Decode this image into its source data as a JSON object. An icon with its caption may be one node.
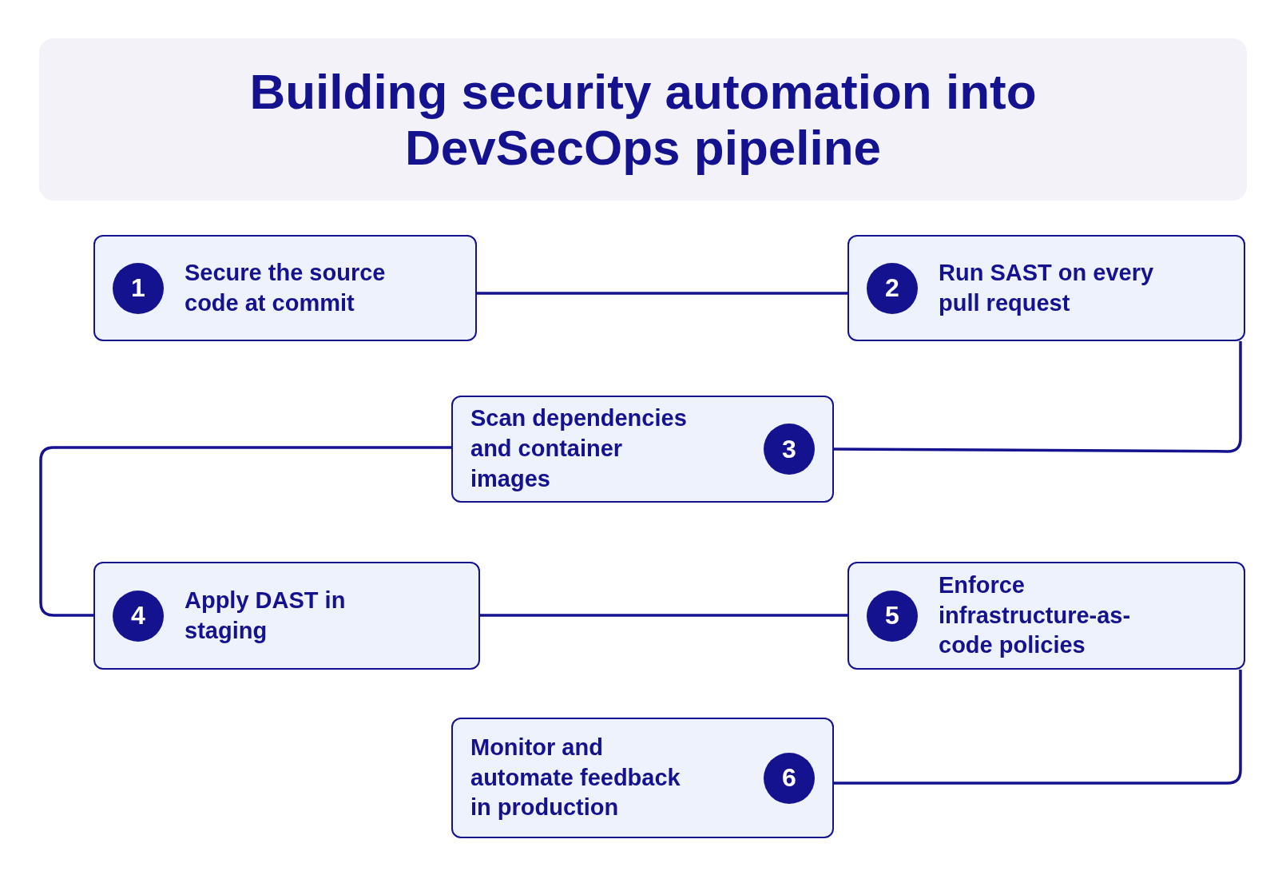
{
  "diagram": {
    "title": "Building security automation into DevSecOps pipeline",
    "nodes": [
      {
        "text": [
          "1",
          "Secure the source code at commit"
        ]
      },
      {
        "text": [
          "2",
          "Run SAST on every pull request"
        ]
      },
      {
        "text": [
          "Scan dependencies and container images",
          "3"
        ]
      },
      {
        "text": [
          "4",
          "Apply DAST in staging"
        ]
      },
      {
        "text": [
          "5",
          "Enforce infrastructure-as-code policies"
        ]
      },
      {
        "text": [
          "Monitor and automate feedback in production",
          "6"
        ]
      }
    ],
    "edges": [
      {
        "from": 0,
        "to": 1,
        "arrow": "none"
      },
      {
        "from": 1,
        "to": 2,
        "arrow": "none"
      },
      {
        "from": 2,
        "to": 3,
        "arrow": "none"
      },
      {
        "from": 3,
        "to": 4,
        "arrow": "none"
      },
      {
        "from": 4,
        "to": 5,
        "arrow": "none"
      }
    ]
  }
}
